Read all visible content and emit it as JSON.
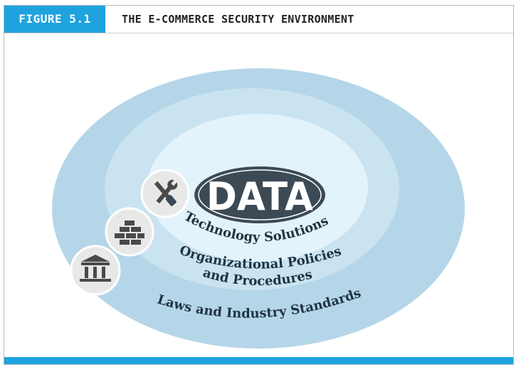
{
  "header": {
    "figure_label": "FIGURE 5.1",
    "title": "THE E-COMMERCE SECURITY ENVIRONMENT"
  },
  "diagram": {
    "center_label": "DATA",
    "rings": [
      {
        "label": "Technology Solutions",
        "icon": "wrench-screwdriver-icon"
      },
      {
        "label_line1": "Organizational Policies",
        "label_line2": "and Procedures",
        "icon": "brick-wall-icon"
      },
      {
        "label": "Laws and Industry Standards",
        "icon": "courthouse-icon"
      }
    ]
  },
  "colors": {
    "accent": "#1fa3de",
    "outer_ring": "#b5d6e8",
    "middle_ring": "#c9e3f1",
    "inner_ring": "#dcf0fa",
    "core": "#eef8fd",
    "data_oval": "#3c4a55",
    "label_text": "#1f3340"
  }
}
